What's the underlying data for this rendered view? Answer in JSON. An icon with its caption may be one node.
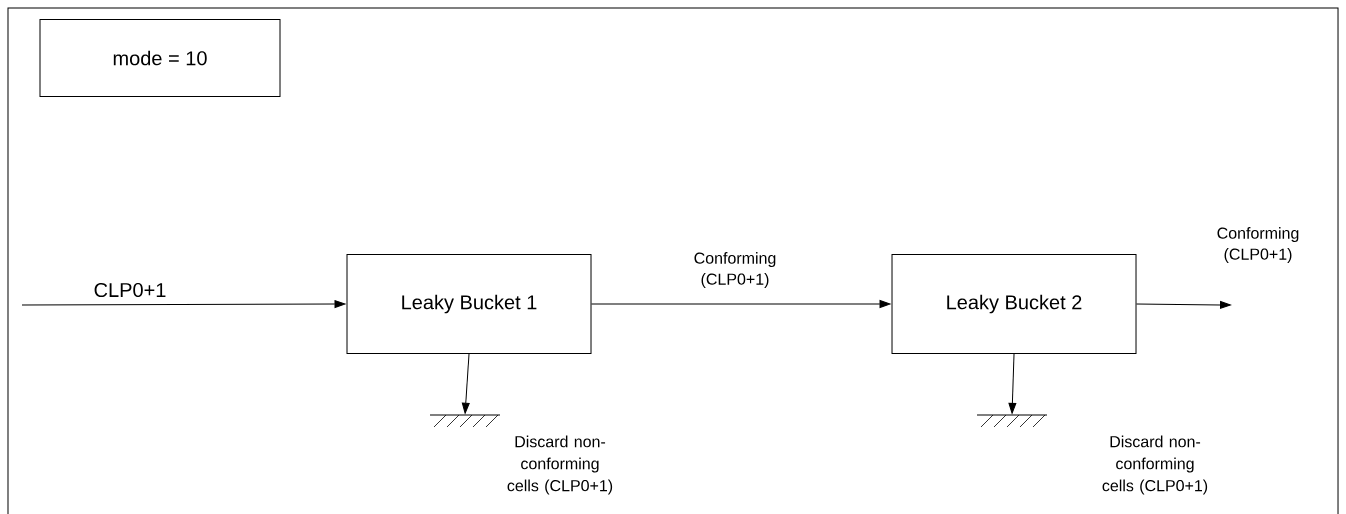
{
  "diagram": {
    "nodes": [
      {
        "text": [
          "mode = 10"
        ]
      },
      {
        "text": [
          "Leaky Bucket 1"
        ]
      },
      {
        "text": [
          "Leaky Bucket 2"
        ]
      },
      {
        "text": [],
        "shape": "ground",
        "beside": [
          "Discard non-conforming cells (CLP0+1)"
        ]
      },
      {
        "text": [],
        "shape": "ground",
        "beside": [
          "Discard non-conforming cells (CLP0+1)"
        ]
      }
    ],
    "edges": [
      {
        "from": null,
        "to": 1,
        "arrow": "to",
        "label": "CLP0+1"
      },
      {
        "from": 1,
        "to": 2,
        "arrow": "to",
        "label": "Conforming (CLP0+1)"
      },
      {
        "from": 2,
        "to": null,
        "arrow": "to",
        "label": "Conforming (CLP0+1)"
      },
      {
        "from": 1,
        "to": 3,
        "arrow": "to"
      },
      {
        "from": 2,
        "to": 4,
        "arrow": "to"
      }
    ]
  }
}
